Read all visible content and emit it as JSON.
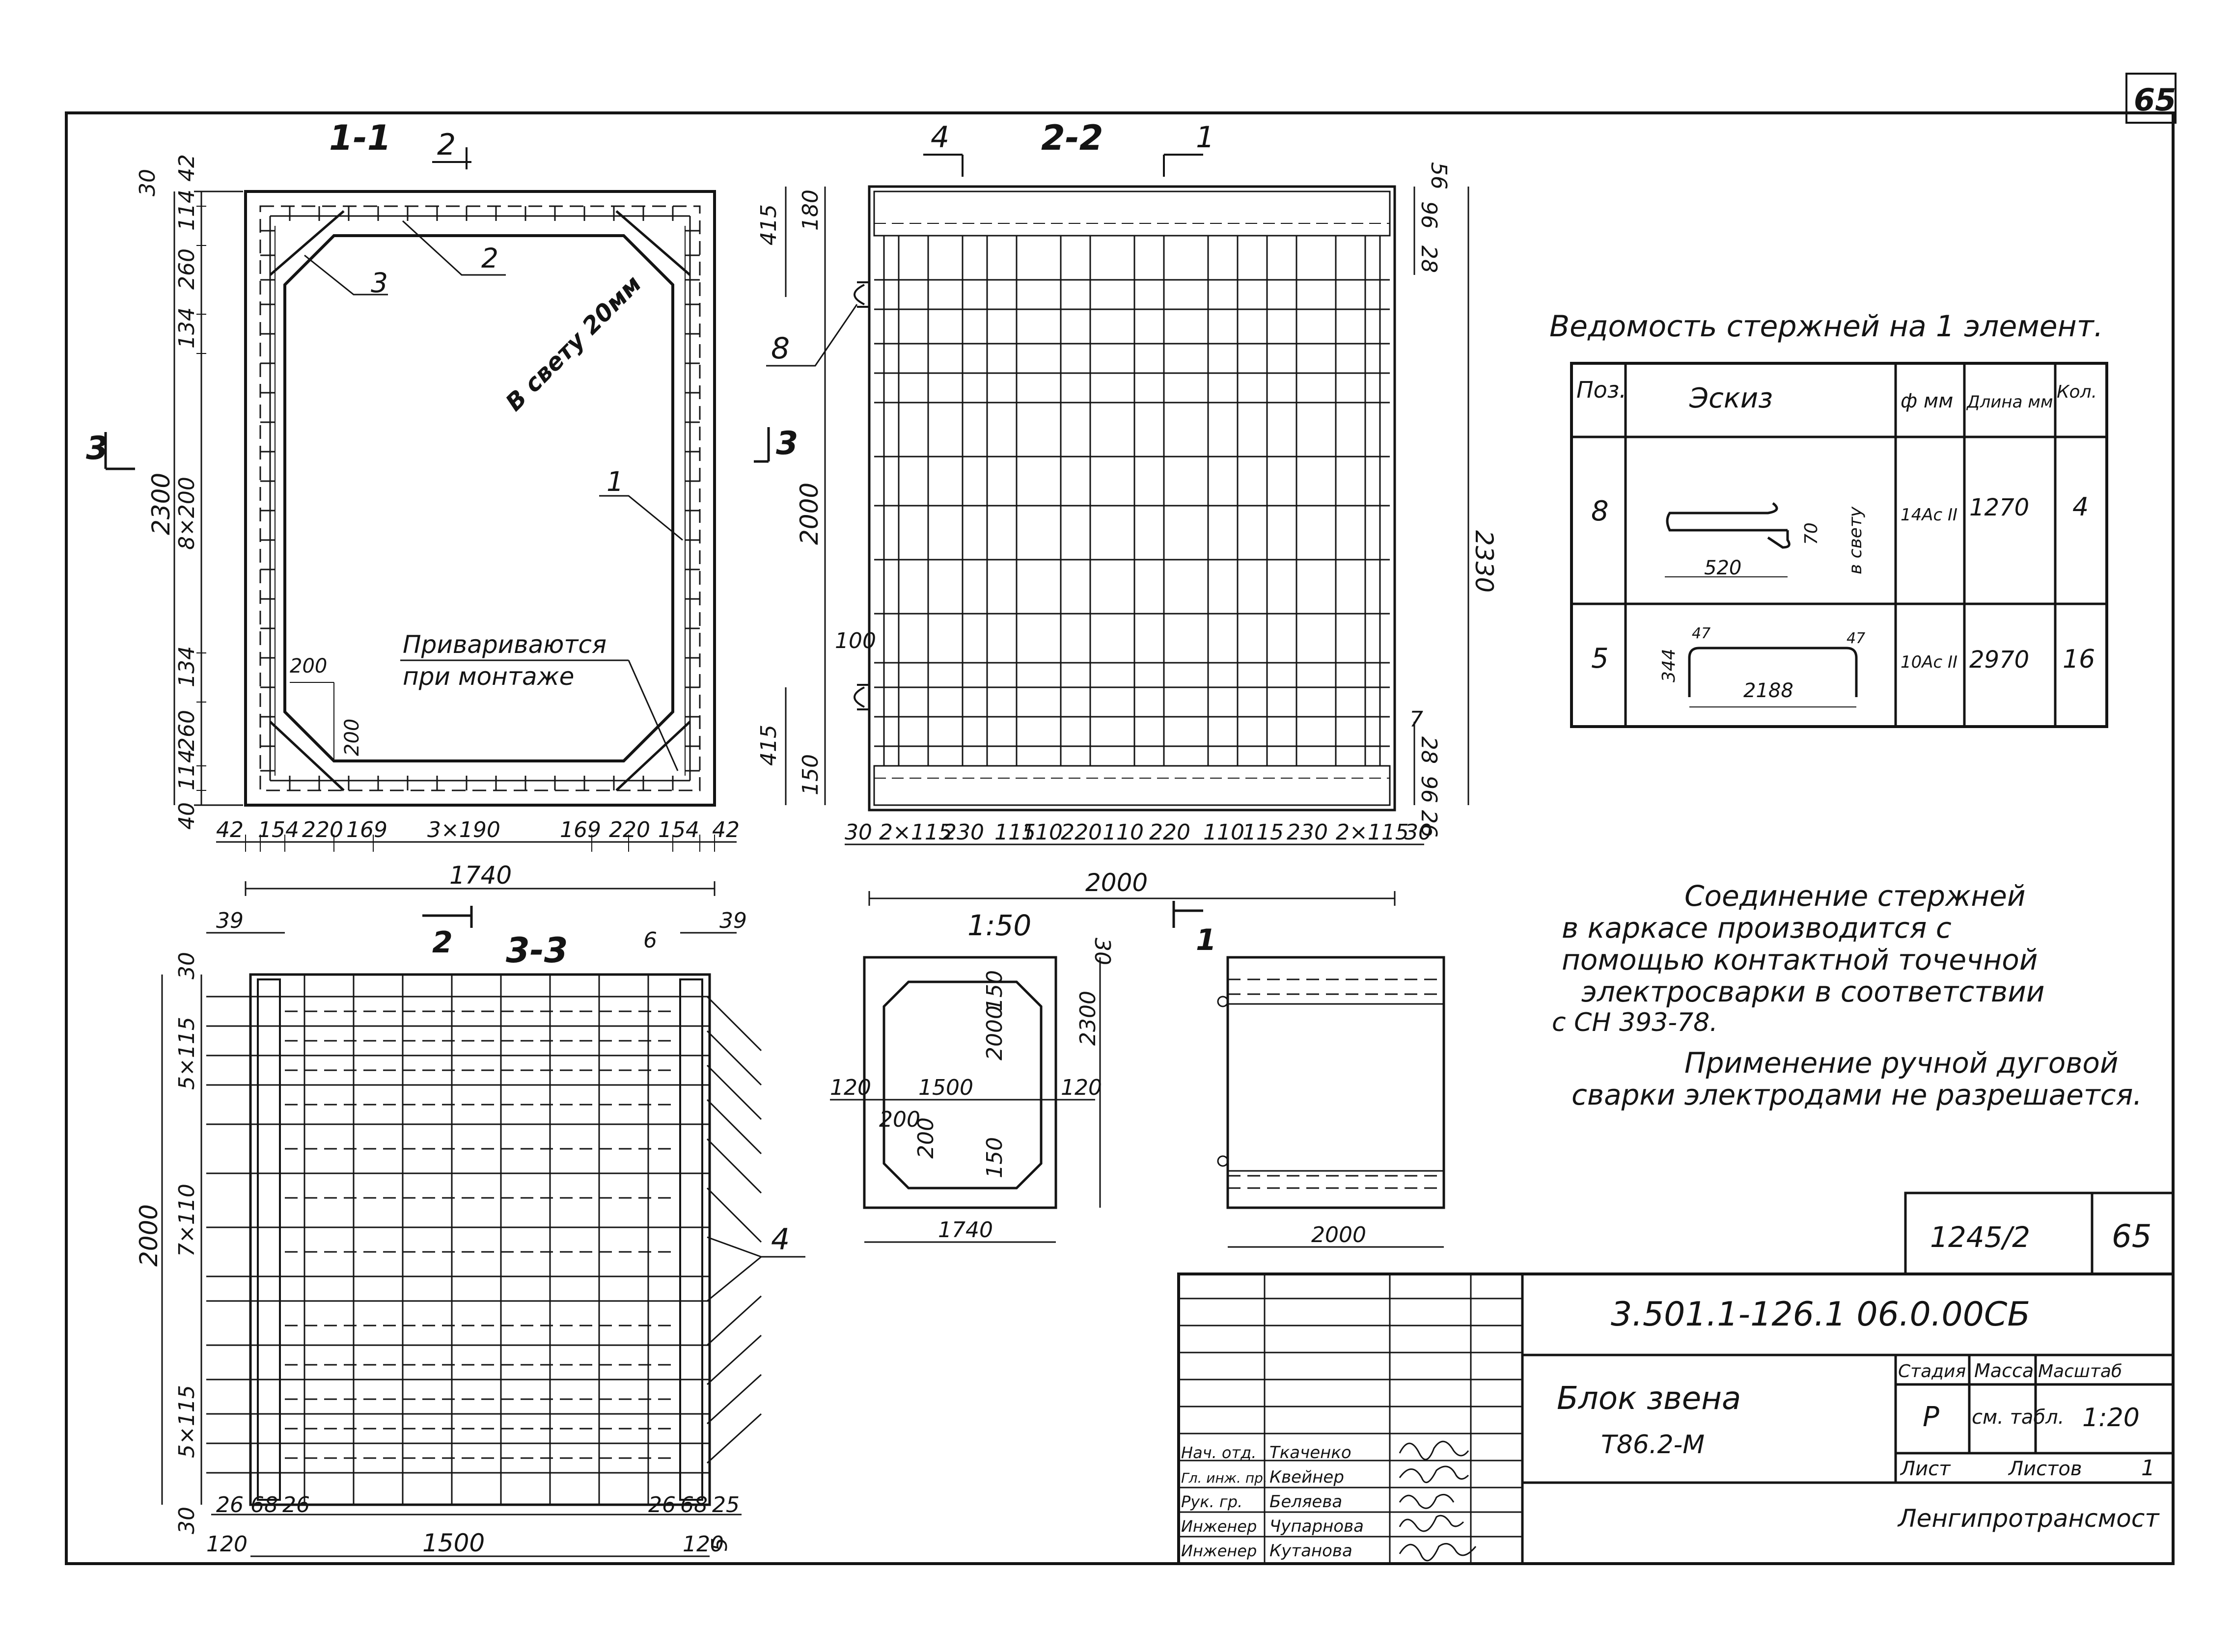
{
  "page_number": "65",
  "section_1_1": {
    "title": "1-1",
    "cut_mark": "2",
    "side_cut": "3",
    "dims_left": [
      "42",
      "114",
      "260",
      "134",
      "8×200",
      "134",
      "260",
      "114",
      "40"
    ],
    "dim_total_height": "2300",
    "dim_top_gap": "30",
    "dims_bottom": [
      "42",
      "154",
      "220",
      "169",
      "3×190",
      "169",
      "220",
      "154",
      "42"
    ],
    "dim_total_width": "1740",
    "callouts": [
      "1",
      "2",
      "3"
    ],
    "gap_note": "В свету 20мм",
    "weld_note_line1": "Привариваются",
    "weld_note_line2": "при монтаже",
    "corner_dims": [
      "200",
      "200"
    ]
  },
  "section_2_2": {
    "title": "2-2",
    "cut_marks": [
      "4",
      "1"
    ],
    "side_cut": "3",
    "callout": "8",
    "dims_left": [
      "415",
      "180",
      "2000",
      "100",
      "415",
      "150"
    ],
    "dims_right": [
      "56",
      "96",
      "28",
      "2330",
      "7",
      "28",
      "96",
      "26"
    ],
    "dims_bottom": [
      "30",
      "2×115",
      "230",
      "115",
      "110",
      "220",
      "110",
      "220",
      "110",
      "115",
      "230",
      "2×115",
      "30"
    ],
    "dim_total_width": "2000"
  },
  "section_3_3": {
    "title": "3-3",
    "cut_marks": [
      "2",
      "6"
    ],
    "callout": "4",
    "dims_top": [
      "39",
      "39"
    ],
    "dims_left": [
      "30",
      "5×115",
      "2000",
      "7×110",
      "5×115",
      "30"
    ],
    "dims_bottom": [
      "26",
      "68",
      "26",
      "1500",
      "26",
      "68",
      "25",
      "120",
      "120",
      "5"
    ]
  },
  "small_views": {
    "scale": "1:50",
    "dims": [
      "30",
      "2300",
      "2000",
      "150",
      "120",
      "1500",
      "120",
      "200",
      "200",
      "150",
      "1740"
    ],
    "side_dim": "2000",
    "cut_mark": "1"
  },
  "rebar_schedule": {
    "title": "Ведомость стержней на 1 элемент.",
    "columns": [
      "Поз.",
      "Эскиз",
      "ф мм",
      "Длина мм",
      "Кол."
    ],
    "rows": [
      {
        "pos": "8",
        "sketch_dims": [
          "520",
          "70",
          "в свету"
        ],
        "dia": "14Ас II",
        "length": "1270",
        "qty": "4"
      },
      {
        "pos": "5",
        "sketch_dims": [
          "344",
          "47",
          "47",
          "2188"
        ],
        "dia": "10Ас II",
        "length": "2970",
        "qty": "16"
      }
    ]
  },
  "notes": {
    "para1": [
      "Соединение стержней",
      "в каркасе производится с",
      "помощью контактной точечной",
      "электросварки в соответствии",
      "с СН 393-78."
    ],
    "para2": [
      "Применение ручной дуговой",
      "сварки электродами не разрешается."
    ]
  },
  "title_block": {
    "series": "1245/2",
    "sheet_no": "65",
    "doc_code": "3.501.1-126.1 06.0.00СБ",
    "name_line1": "Блок звена",
    "name_line2": "Т86.2-М",
    "stage_label": "Стадия",
    "mass_label": "Масса",
    "scale_label": "Масштаб",
    "stage": "Р",
    "mass": "см. табл.",
    "scale": "1:20",
    "sheet_label": "Лист",
    "sheets_label": "Листов",
    "sheets": "1",
    "org": "Ленгипротрансмост",
    "signatures": [
      {
        "role": "Нач. отд.",
        "name": "Ткаченко"
      },
      {
        "role": "Гл. инж. пр.",
        "name": "Квейнер"
      },
      {
        "role": "Рук. гр.",
        "name": "Беляева"
      },
      {
        "role": "Инженер",
        "name": "Чупарнова"
      },
      {
        "role": "Инженер",
        "name": "Кутанова"
      }
    ]
  }
}
